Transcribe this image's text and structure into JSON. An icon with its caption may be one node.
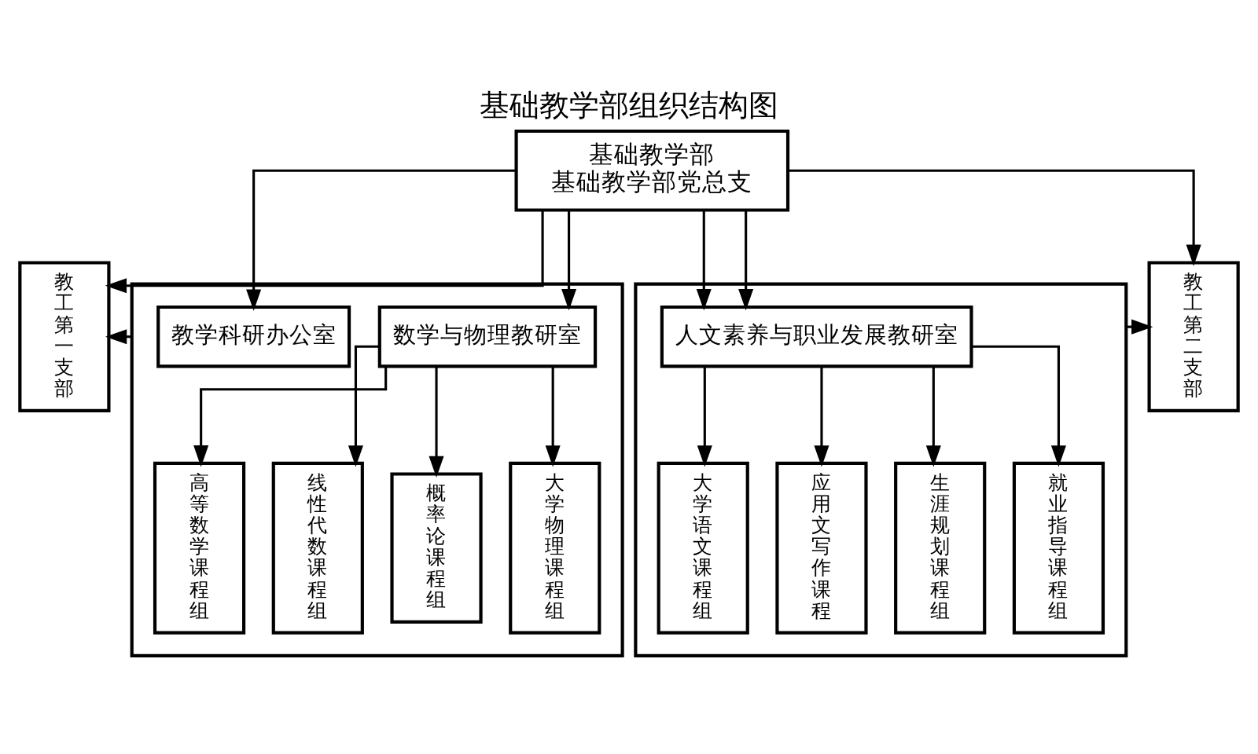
{
  "diagram": {
    "title": "基础教学部组织结构图",
    "nodes": [
      {
        "text": [
          "基础教学部",
          "基础教学部党总支"
        ]
      },
      {
        "text": [],
        "shape": "box"
      },
      {
        "text": [
          "教学科研办公室"
        ],
        "in": 1
      },
      {
        "text": [
          "数学与物理教研室"
        ],
        "in": 1
      },
      {
        "text": [
          "高等数学课程组"
        ],
        "in": 1
      },
      {
        "text": [
          "线性代数课程组"
        ],
        "in": 1
      },
      {
        "text": [
          "概率论课程组"
        ],
        "in": 1
      },
      {
        "text": [
          "大学物理课程组"
        ],
        "in": 1
      },
      {
        "text": [],
        "shape": "box"
      },
      {
        "text": [
          "人文素养与职业发展教研室"
        ],
        "in": 8
      },
      {
        "text": [
          "大学语文课程组"
        ],
        "in": 8
      },
      {
        "text": [
          "应用文写作课程"
        ],
        "in": 8
      },
      {
        "text": [
          "生涯规划课程组"
        ],
        "in": 8
      },
      {
        "text": [
          "就业指导课程组"
        ],
        "in": 8
      },
      {
        "text": [
          "教工第一支部"
        ]
      },
      {
        "text": [
          "教工第二支部"
        ]
      }
    ],
    "edges": [
      {
        "from": 0,
        "to": 14,
        "arrow": "to"
      },
      {
        "from": 0,
        "to": 2,
        "arrow": "to"
      },
      {
        "from": 0,
        "to": 3,
        "arrow": "to"
      },
      {
        "from": 0,
        "to": 9,
        "arrow": "to"
      },
      {
        "from": 0,
        "to": 9,
        "arrow": "to"
      },
      {
        "from": 0,
        "to": 15,
        "arrow": "to"
      },
      {
        "from": 3,
        "to": 4,
        "arrow": "to"
      },
      {
        "from": 3,
        "to": 5,
        "arrow": "to"
      },
      {
        "from": 3,
        "to": 6,
        "arrow": "to"
      },
      {
        "from": 3,
        "to": 7,
        "arrow": "to"
      },
      {
        "from": 9,
        "to": 10,
        "arrow": "to"
      },
      {
        "from": 9,
        "to": 11,
        "arrow": "to"
      },
      {
        "from": 9,
        "to": 12,
        "arrow": "to"
      },
      {
        "from": 9,
        "to": 13,
        "arrow": "to"
      },
      {
        "from": 1,
        "to": 14,
        "arrow": "to"
      },
      {
        "from": 8,
        "to": 15,
        "arrow": "to"
      }
    ]
  }
}
